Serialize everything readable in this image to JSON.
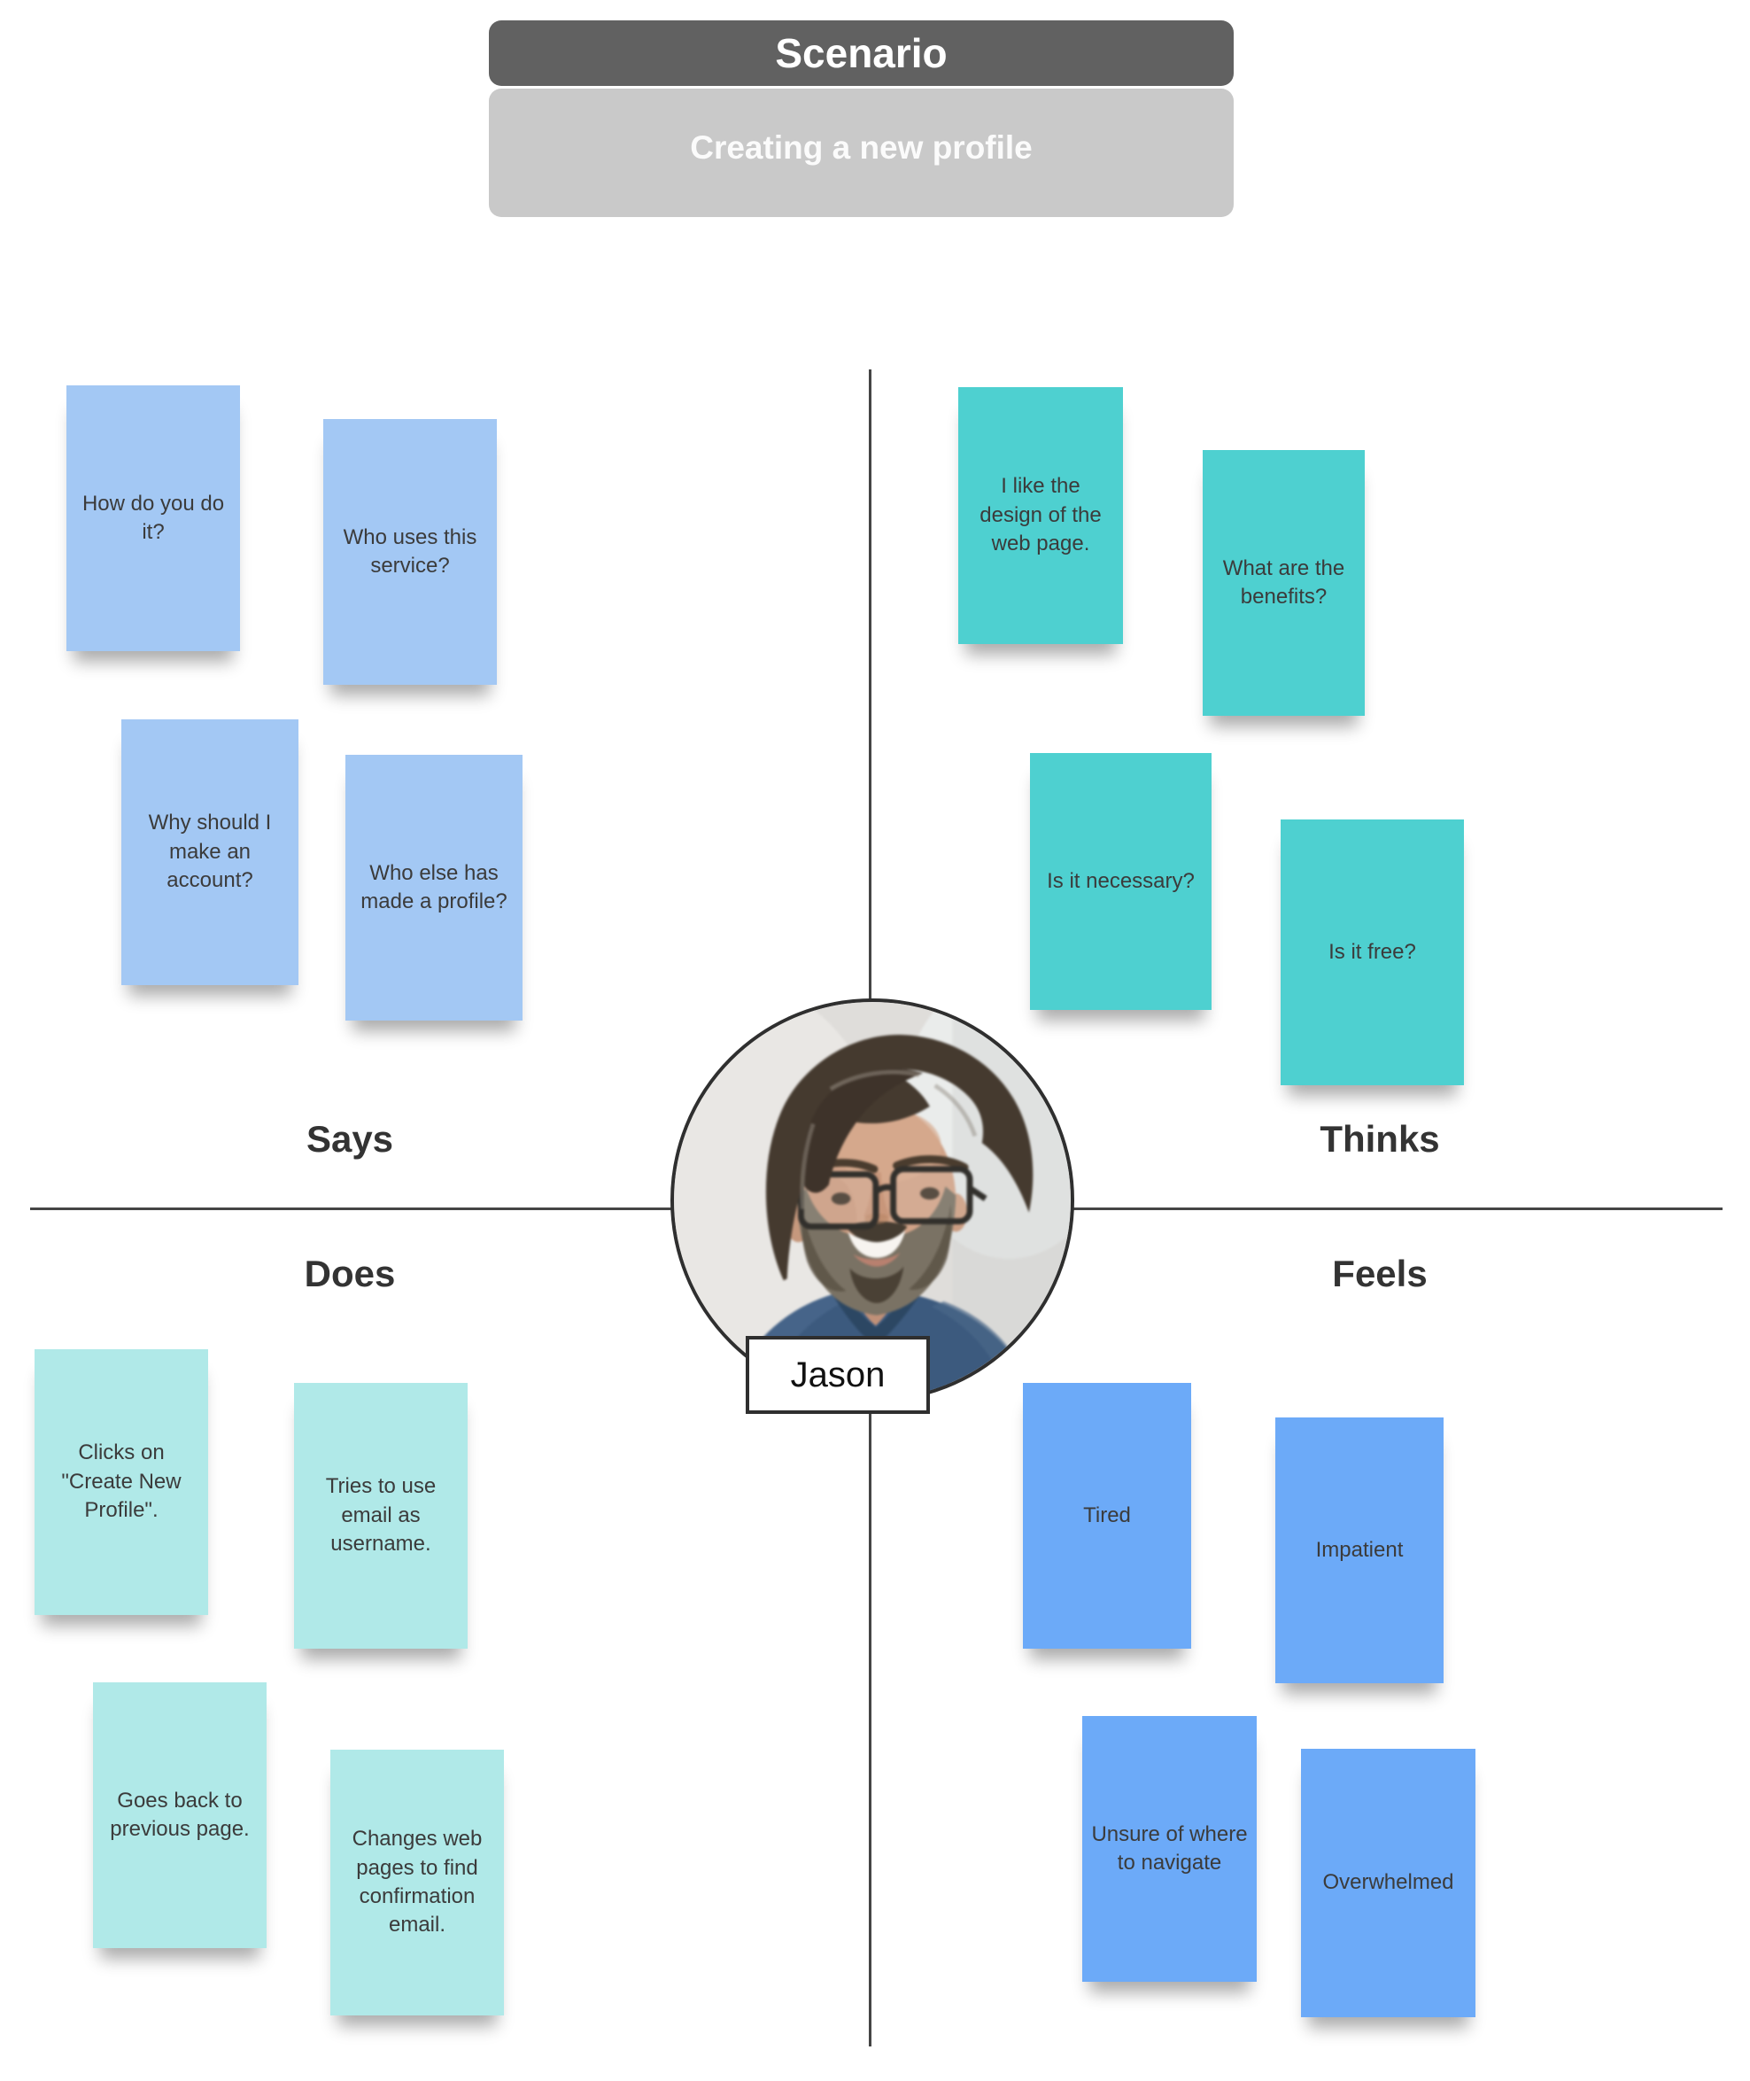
{
  "scenario": {
    "title": "Scenario",
    "subtitle": "Creating a new profile"
  },
  "persona": {
    "name": "Jason",
    "photo": "man-with-glasses-and-beard-portrait"
  },
  "quadrants": {
    "says": {
      "label": "Says",
      "note_color": "#a3c8f4",
      "notes": [
        {
          "text": "How do you do it?"
        },
        {
          "text": "Who uses this service?"
        },
        {
          "text": "Why should I make an account?"
        },
        {
          "text": "Who else has made a profile?"
        }
      ]
    },
    "thinks": {
      "label": "Thinks",
      "note_color": "#4ed0d0",
      "notes": [
        {
          "text": "I like the design of the web page."
        },
        {
          "text": "What are the benefits?"
        },
        {
          "text": "Is it necessary?"
        },
        {
          "text": "Is it free?"
        }
      ]
    },
    "does": {
      "label": "Does",
      "note_color": "#b0e9e8",
      "notes": [
        {
          "text": "Clicks on \"Create New Profile\"."
        },
        {
          "text": "Tries to use email as username."
        },
        {
          "text": "Goes back to previous page."
        },
        {
          "text": "Changes web pages to find confirmation email."
        }
      ]
    },
    "feels": {
      "label": "Feels",
      "note_color": "#6caaf8",
      "notes": [
        {
          "text": "Tired"
        },
        {
          "text": "Impatient"
        },
        {
          "text": "Unsure of where to navigate"
        },
        {
          "text": "Overwhelmed"
        }
      ]
    }
  },
  "colors": {
    "header_bg": "#616161",
    "header_subtitle_bg": "#c9c9c9",
    "axis_line": "#454545",
    "quadrant_label": "#333333",
    "note_text": "#3b3b3b"
  }
}
